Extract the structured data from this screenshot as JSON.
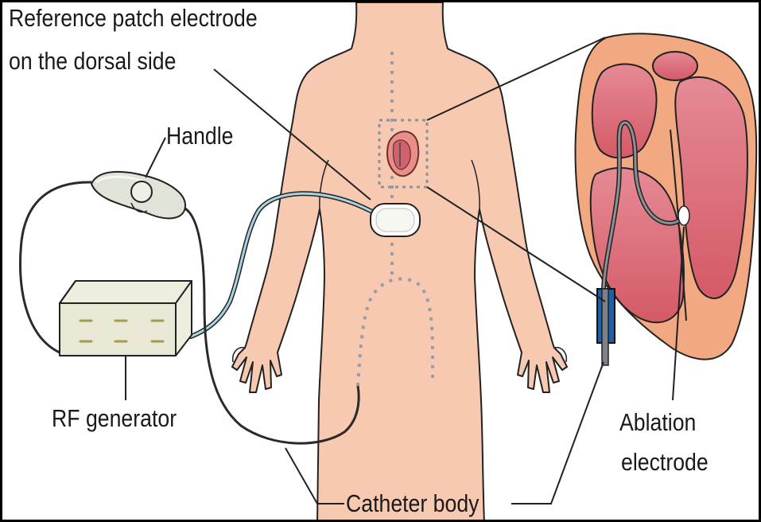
{
  "labels": {
    "reference_patch_line1": "Reference patch electrode",
    "reference_patch_line2": "on the dorsal side",
    "handle": "Handle",
    "rf_generator": "RF generator",
    "ablation_line1": "Ablation",
    "ablation_line2": "electrode",
    "catheter_body": "Catheter body"
  },
  "colors": {
    "skin": "#f6c9b0",
    "skin_outline": "#222222",
    "heart_outer": "#f2a880",
    "heart_chamber": "#e07a84",
    "catheter_sheath": "#1f5fa8",
    "cable": "#2a2a2a",
    "patch_cable": "#a9d3e3",
    "generator": "#eeeede",
    "generator_marks": "#a59a4e",
    "dotted_guide": "#9a9ca6"
  }
}
